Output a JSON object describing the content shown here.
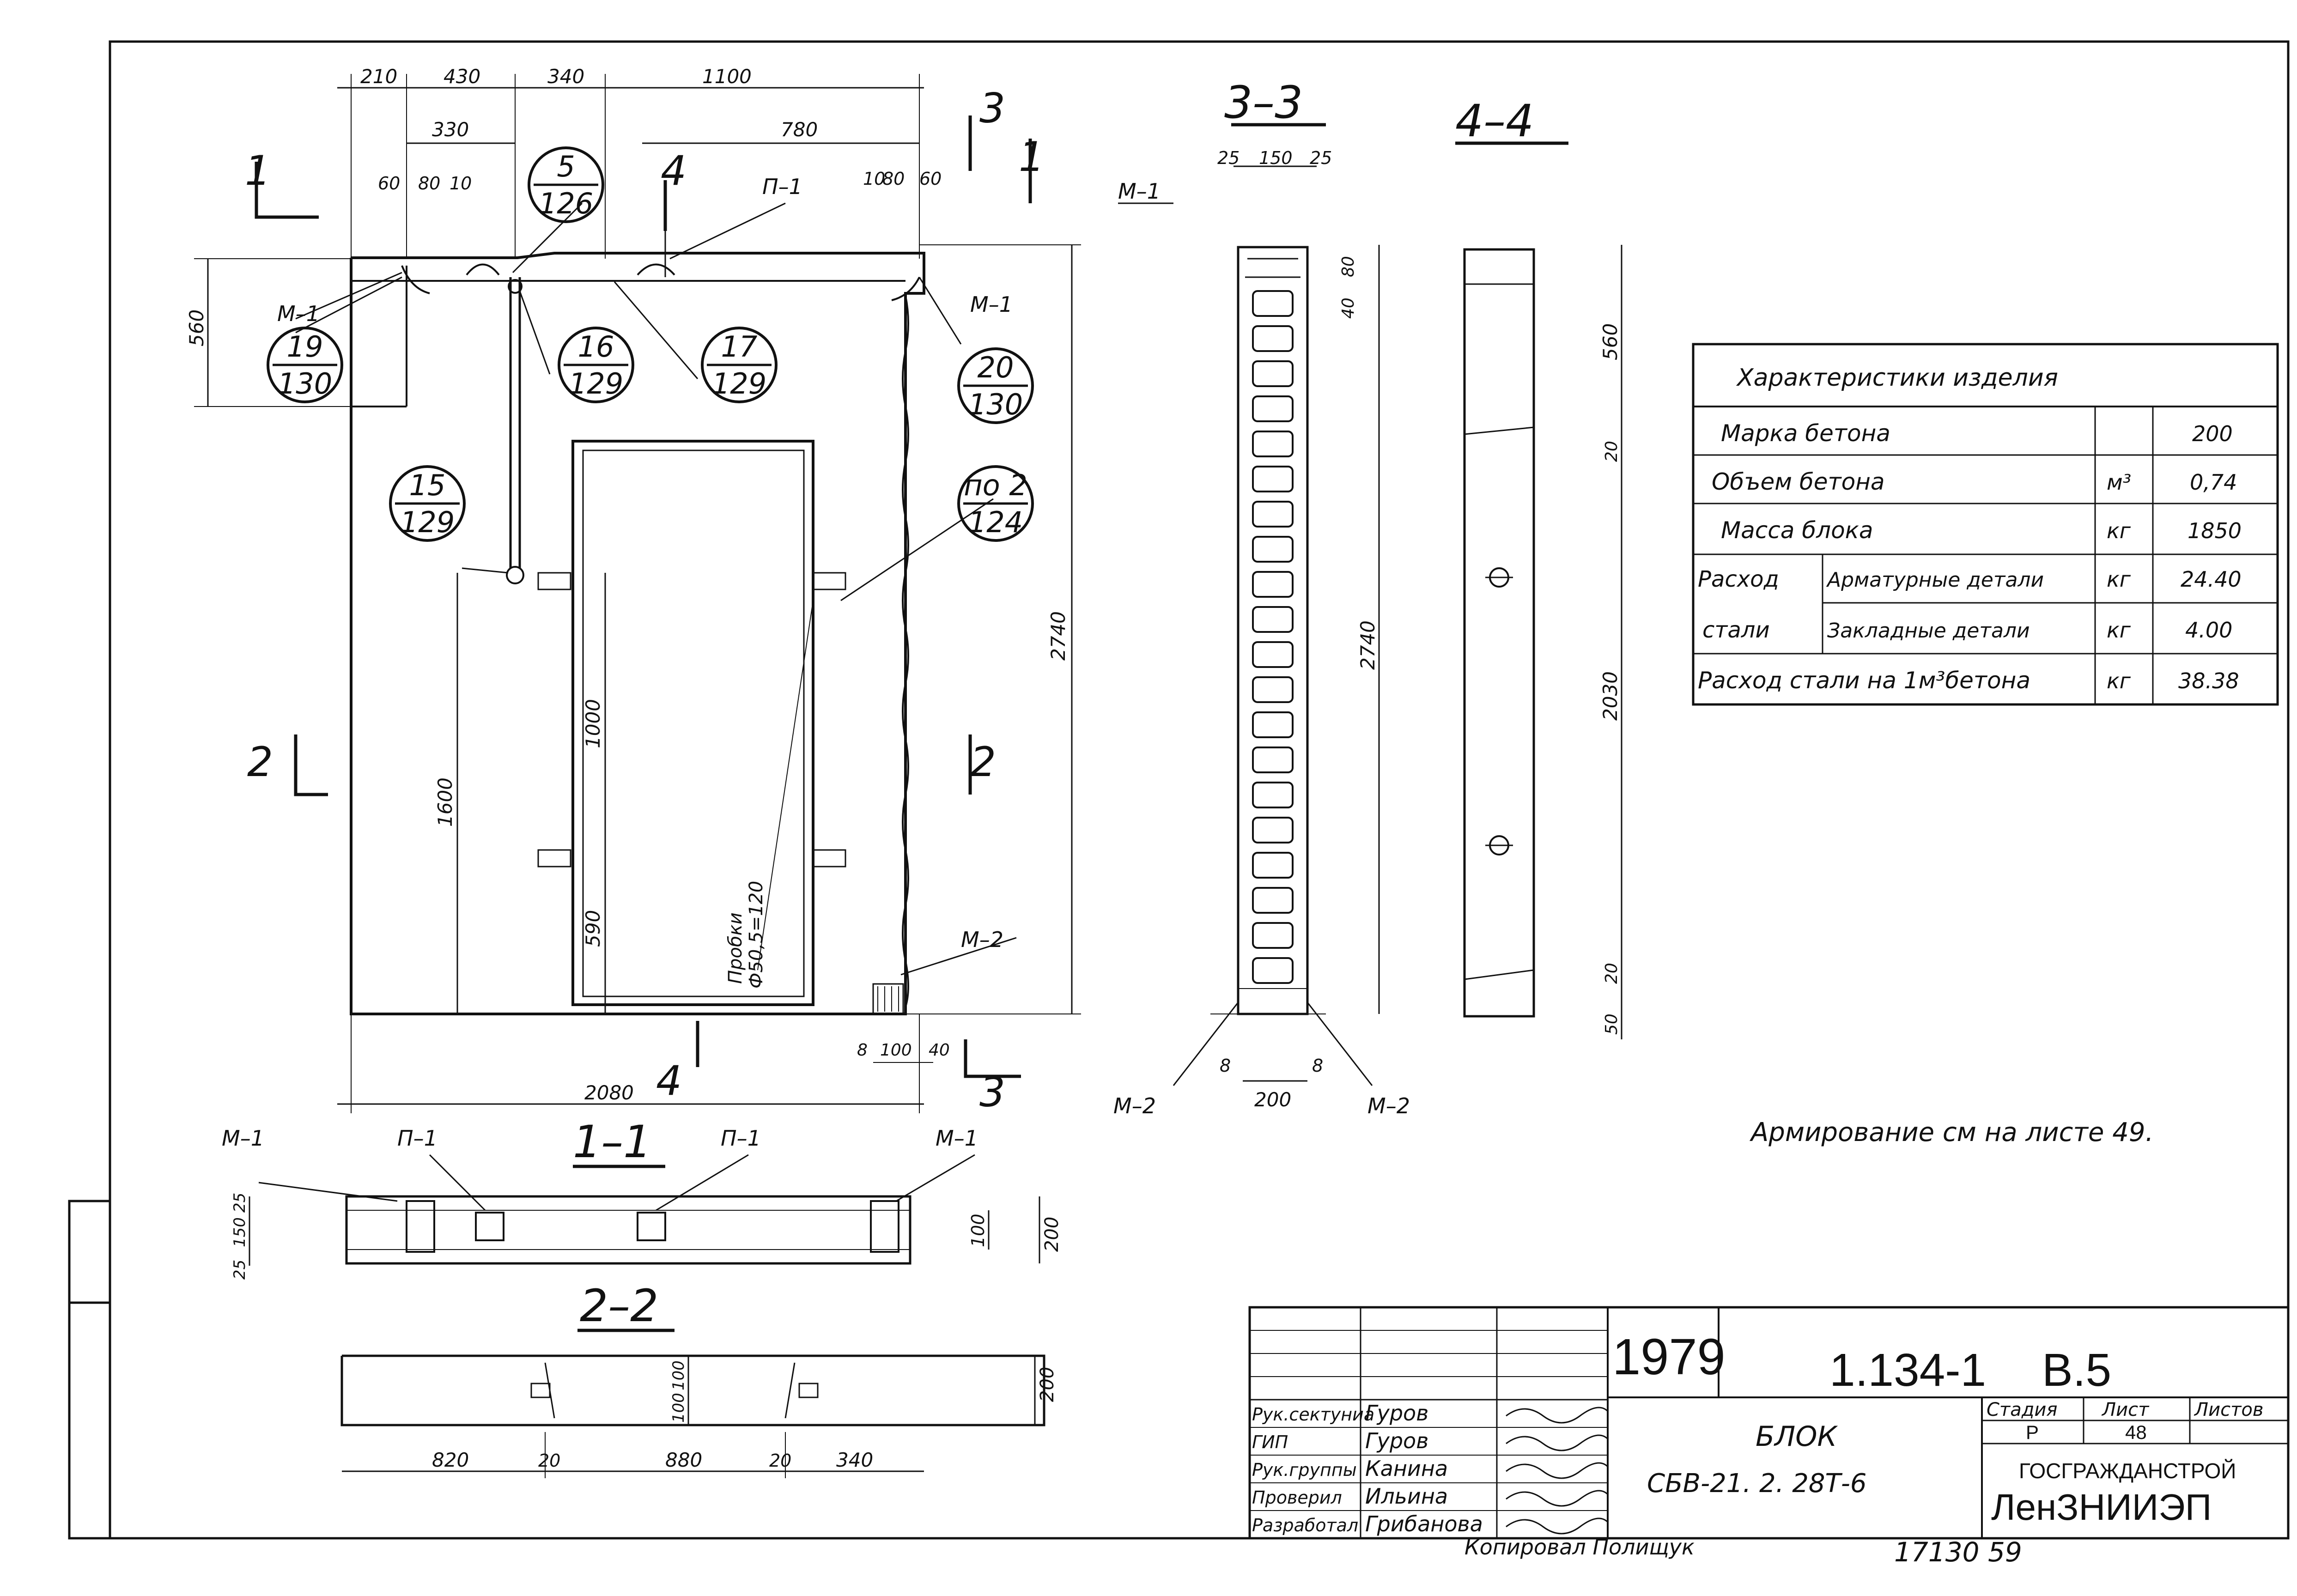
{
  "sections": {
    "s11": "1–1",
    "s22": "2–2",
    "s33": "3–3",
    "s44": "4–4"
  },
  "cut_marks": {
    "c1": "1",
    "c2": "2",
    "c3": "3",
    "c4": "4"
  },
  "top_dims": {
    "d210": "210",
    "d430": "430",
    "d340": "340",
    "d1100": "1100",
    "d330": "330",
    "d780": "780",
    "d60": "60",
    "d80": "80",
    "d10": "10"
  },
  "elevation_dims": {
    "d560": "560",
    "d2740": "2740",
    "d1600": "1600",
    "d1000": "1000",
    "d590": "590",
    "d2080": "2080",
    "d8": "8",
    "d100": "100",
    "d40": "40"
  },
  "callouts": [
    {
      "top": "5",
      "bottom": "126"
    },
    {
      "top": "19",
      "bottom": "130"
    },
    {
      "top": "16",
      "bottom": "129"
    },
    {
      "top": "17",
      "bottom": "129"
    },
    {
      "top": "20",
      "bottom": "130"
    },
    {
      "top": "15",
      "bottom": "129"
    },
    {
      "top": "по 2",
      "bottom": "124"
    }
  ],
  "labels": {
    "m1": "М–1",
    "m2": "М–2",
    "p1": "П–1",
    "probki": "Пробки",
    "probki_dim": "Ф50,5=120"
  },
  "s33_dims": {
    "d25a": "25",
    "d150": "150",
    "d25b": "25",
    "d80": "80",
    "d40": "40",
    "d2740": "2740",
    "d8a": "8",
    "d8b": "8",
    "d200": "200"
  },
  "s44_dims": {
    "d560": "560",
    "d20a": "20",
    "d2030": "2030",
    "d20b": "20",
    "d50": "50"
  },
  "s11_dims": {
    "d25a": "25",
    "d150": "150",
    "d25b": "25",
    "d100": "100",
    "d200": "200"
  },
  "s22_dims": {
    "d820": "820",
    "d20a": "20",
    "d880": "880",
    "d20b": "20",
    "d340": "340",
    "d100a": "100",
    "d100b": "100",
    "d200": "200"
  },
  "characteristics": {
    "title": "Характеристики изделия",
    "rows": [
      {
        "label": "Марка бетона",
        "unit": "",
        "value": "200"
      },
      {
        "label": "Объем бетона",
        "unit": "м³",
        "value": "0,74"
      },
      {
        "label": "Масса блока",
        "unit": "кг",
        "value": "1850"
      },
      {
        "label": "Арматурные детали",
        "unit": "кг",
        "value": "24.40"
      },
      {
        "label": "Закладные детали",
        "unit": "кг",
        "value": "4.00"
      },
      {
        "label": "Расход стали на 1м³бетона",
        "unit": "кг",
        "value": "38.38"
      }
    ],
    "steel_group_line1": "Расход",
    "steel_group_line2": "стали"
  },
  "note": "Армирование см на листе 49.",
  "title_block": {
    "year": "1979",
    "code": "1.134-1",
    "issue": "В.5",
    "name": "БЛОК",
    "mark": "СБВ-21. 2. 28Т-6",
    "stage_label": "Стадия",
    "sheet_label": "Лист",
    "sheets_label": "Листов",
    "stage": "Р",
    "sheet": "48",
    "org1": "ГОСГРАЖДАНСТРОЙ",
    "org2": "ЛенЗНИИЭП",
    "roles": [
      {
        "role": "Рук.сектуниа",
        "name": "Гуров"
      },
      {
        "role": "ГИП",
        "name": "Гуров"
      },
      {
        "role": "Рук.группы",
        "name": "Канина"
      },
      {
        "role": "Проверил",
        "name": "Ильина"
      },
      {
        "role": "Разработал",
        "name": "Грибанова"
      }
    ],
    "copied": "Копировал Полищук",
    "inventory": "17130 59"
  }
}
